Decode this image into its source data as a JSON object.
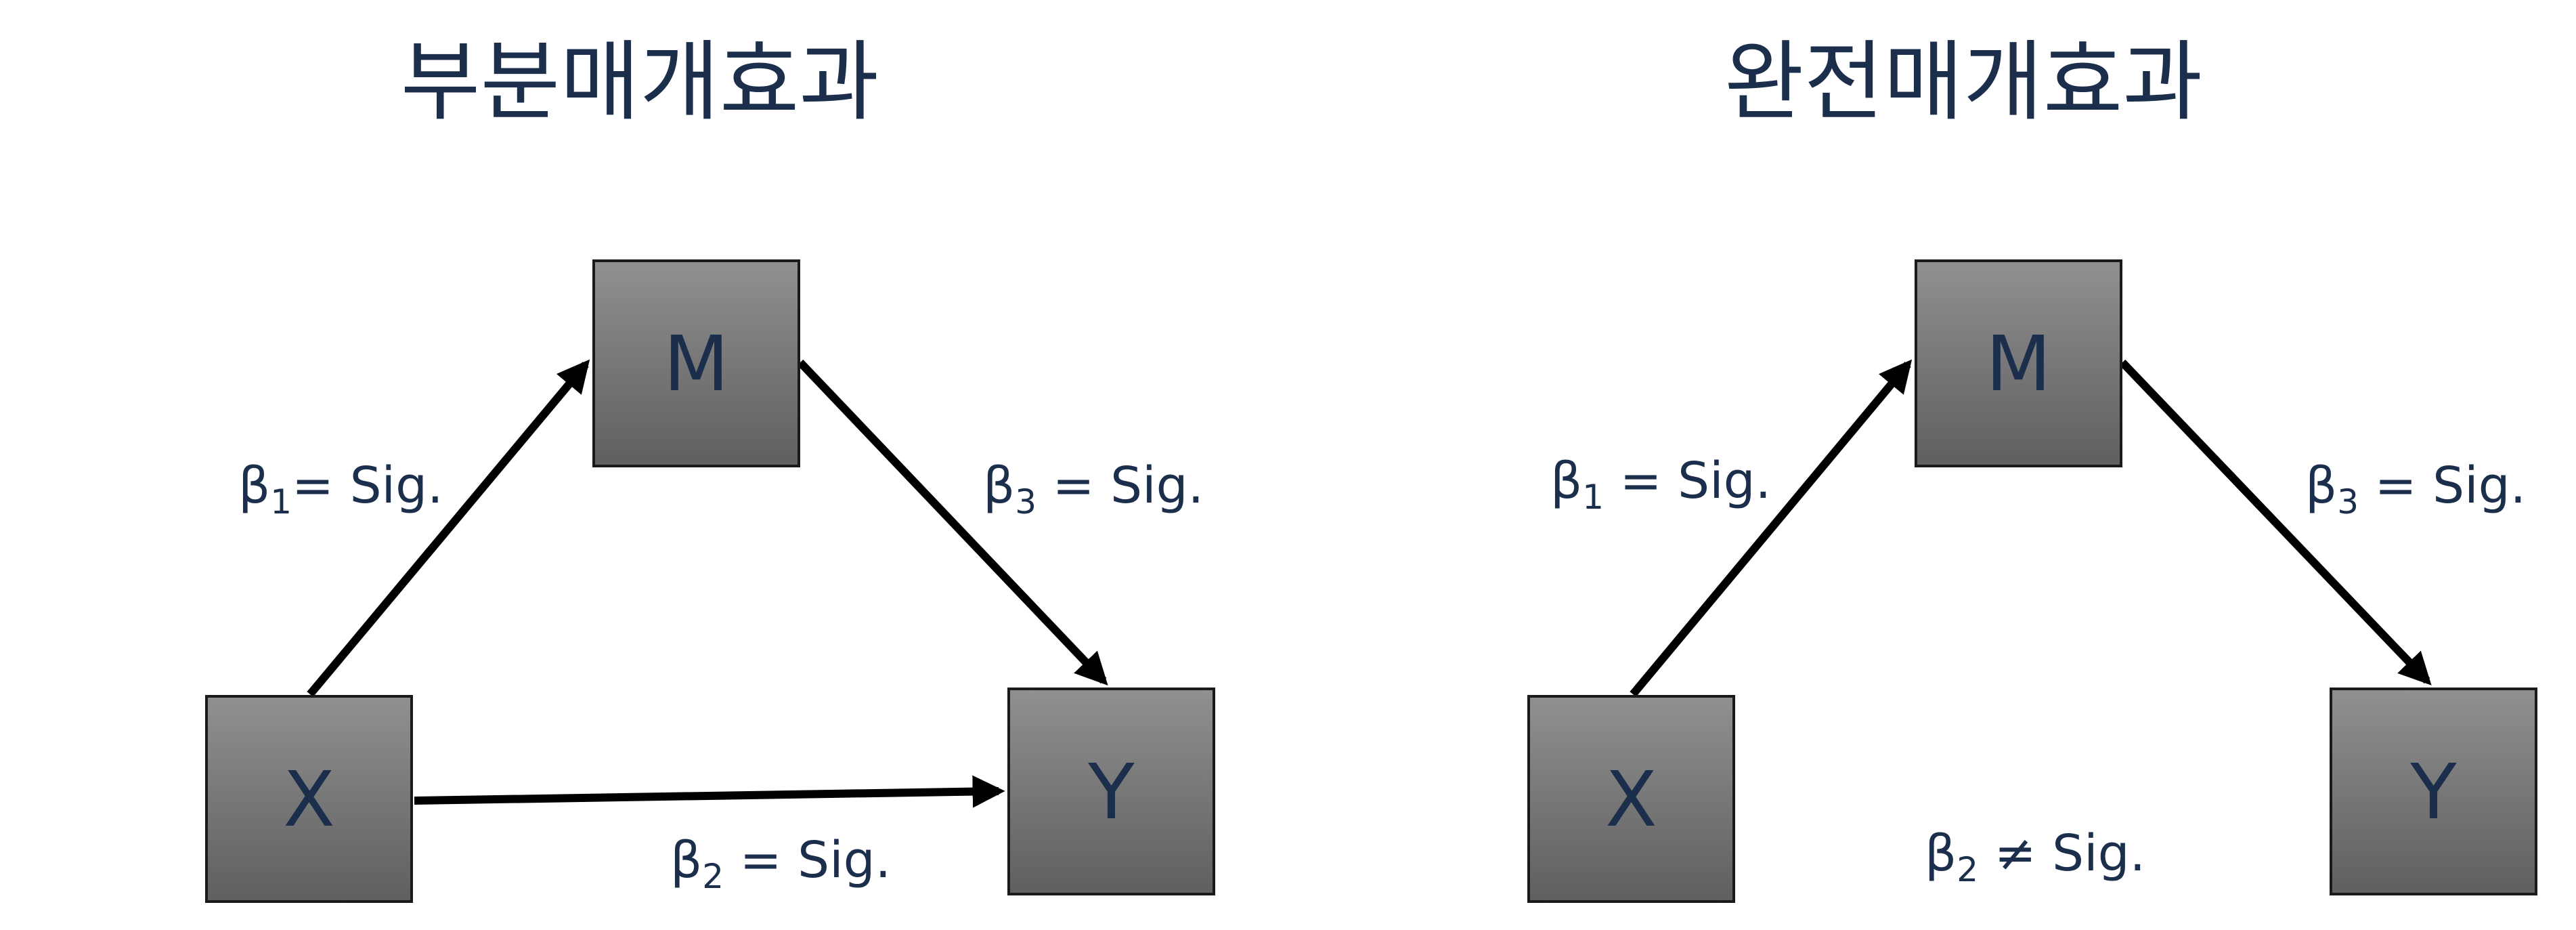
{
  "panels": [
    {
      "title": "부분매개효과",
      "nodes": {
        "m": "M",
        "x": "X",
        "y": "Y"
      },
      "paths": {
        "b1": {
          "symbol": "β",
          "sub": "1",
          "rel": "= Sig."
        },
        "b3": {
          "symbol": "β",
          "sub": "3",
          "rel": " = Sig."
        },
        "b2": {
          "symbol": "β",
          "sub": "2",
          "rel": " = Sig."
        }
      }
    },
    {
      "title": "완전매개효과",
      "nodes": {
        "m": "M",
        "x": "X",
        "y": "Y"
      },
      "paths": {
        "b1": {
          "symbol": "β",
          "sub": "1",
          "rel": " = Sig."
        },
        "b3": {
          "symbol": "β",
          "sub": "3",
          "rel": " = Sig."
        },
        "b2": {
          "symbol": "β",
          "sub": "2",
          "rel": " ≠ Sig."
        }
      }
    }
  ],
  "colors": {
    "text": "#1b2e4b",
    "box_top": "#909090",
    "box_bottom": "#606060",
    "box_border": "#1a1a1a",
    "arrow": "#000000"
  }
}
